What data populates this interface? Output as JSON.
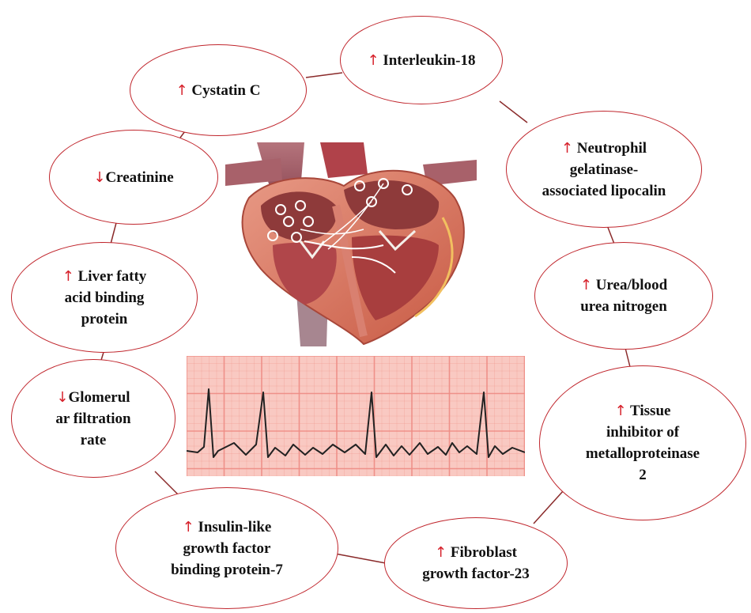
{
  "colors": {
    "ellipse_border": "#c0262d",
    "arrow": "#d6202a",
    "connector": "#8a2a2a",
    "ecg_background": "#f9c9c2",
    "ecg_grid": "#ee8c84",
    "ecg_trace": "#222222"
  },
  "illustrations": {
    "heart": "heart-cross-section-illustration",
    "ecg": "ecg-trace-strip"
  },
  "nodes": [
    {
      "id": "cystatin-c",
      "arrow": "↑",
      "direction": "increase",
      "label": "Cystatin C"
    },
    {
      "id": "interleukin-18",
      "arrow": "↑",
      "direction": "increase",
      "label": "Interleukin-18"
    },
    {
      "id": "creatinine",
      "arrow": "↓",
      "direction": "decrease",
      "label": "Creatinine"
    },
    {
      "id": "ngal",
      "arrow": "↑",
      "direction": "increase",
      "label": "Neutrophil\ngelatinase-\nassociated lipocalin"
    },
    {
      "id": "l-fabp",
      "arrow": "↑",
      "direction": "increase",
      "label": "Liver fatty\nacid binding\nprotein"
    },
    {
      "id": "urea-bun",
      "arrow": "↑",
      "direction": "increase",
      "label": "Urea/blood\nurea nitrogen"
    },
    {
      "id": "gfr",
      "arrow": "↓",
      "direction": "decrease",
      "label": "Glomerul\nar filtration\nrate"
    },
    {
      "id": "timp-2",
      "arrow": "↑",
      "direction": "increase",
      "label": "Tissue\ninhibitor of\nmetalloproteinase\n2"
    },
    {
      "id": "igfbp-7",
      "arrow": "↑",
      "direction": "increase",
      "label": "Insulin-like\ngrowth factor\nbinding protein-7"
    },
    {
      "id": "fgf-23",
      "arrow": "↑",
      "direction": "increase",
      "label": "Fibroblast\ngrowth factor-23"
    }
  ]
}
